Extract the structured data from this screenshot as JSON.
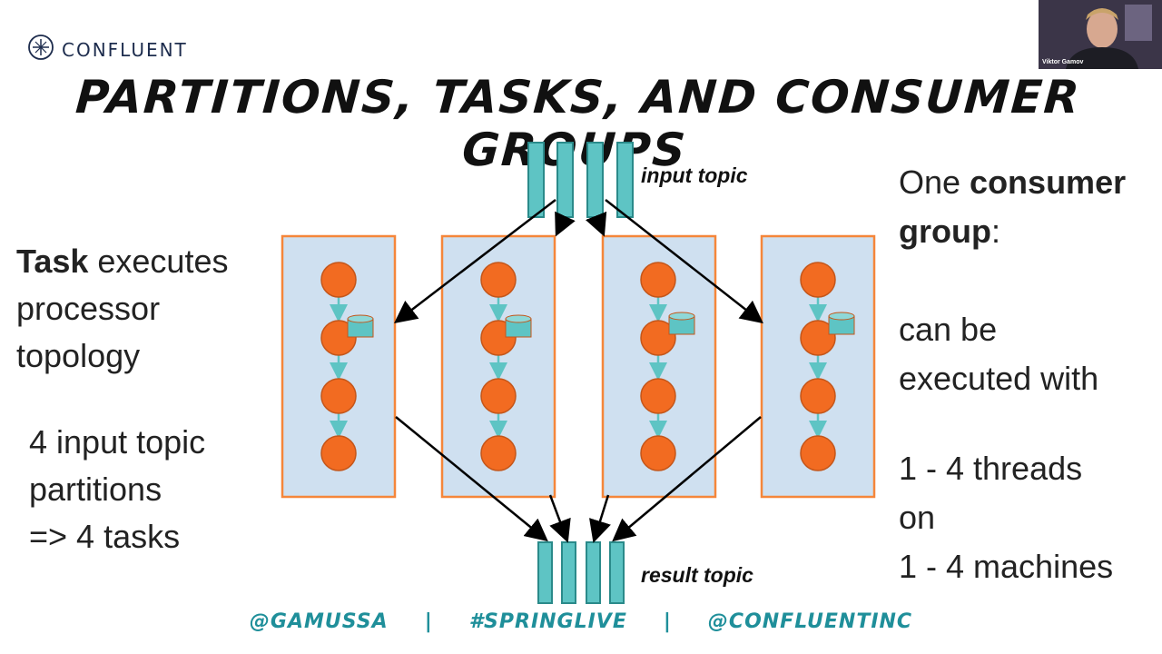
{
  "brand": {
    "name": "CONFLUENT"
  },
  "slide": {
    "title": "PARTITIONS, TASKS, AND CONSUMER GROUPS",
    "left_block1": {
      "bold": "Task",
      "lines": [
        " executes",
        "processor",
        "topology"
      ]
    },
    "left_block2": {
      "lines": [
        "4 input topic",
        "partitions",
        "=> 4 tasks"
      ]
    },
    "right_block1": {
      "line1_plain": "One ",
      "line1_bold": "consumer",
      "line2_bold": "group",
      "line2_plain": ":"
    },
    "right_block2": {
      "lines": [
        "can be",
        "executed with"
      ]
    },
    "right_block3": {
      "lines": [
        "1 - 4 threads",
        "on",
        "1 - 4 machines"
      ]
    },
    "input_label": "input topic",
    "result_label": "result topic"
  },
  "footer": {
    "items": [
      "@GAMUSSA",
      "#SPRINGLIVE",
      "@CONFLUENTINC"
    ],
    "separator": "|"
  },
  "webcam": {
    "name": "Viktor Gamov"
  },
  "colors": {
    "teal": "#5ec4c4",
    "orange": "#f26b21",
    "task_bg": "#cfe0f0",
    "task_border": "#f5863a",
    "accent": "#1f8f9a"
  },
  "icons": [
    "confluent-logo-icon",
    "state-store-icon"
  ]
}
